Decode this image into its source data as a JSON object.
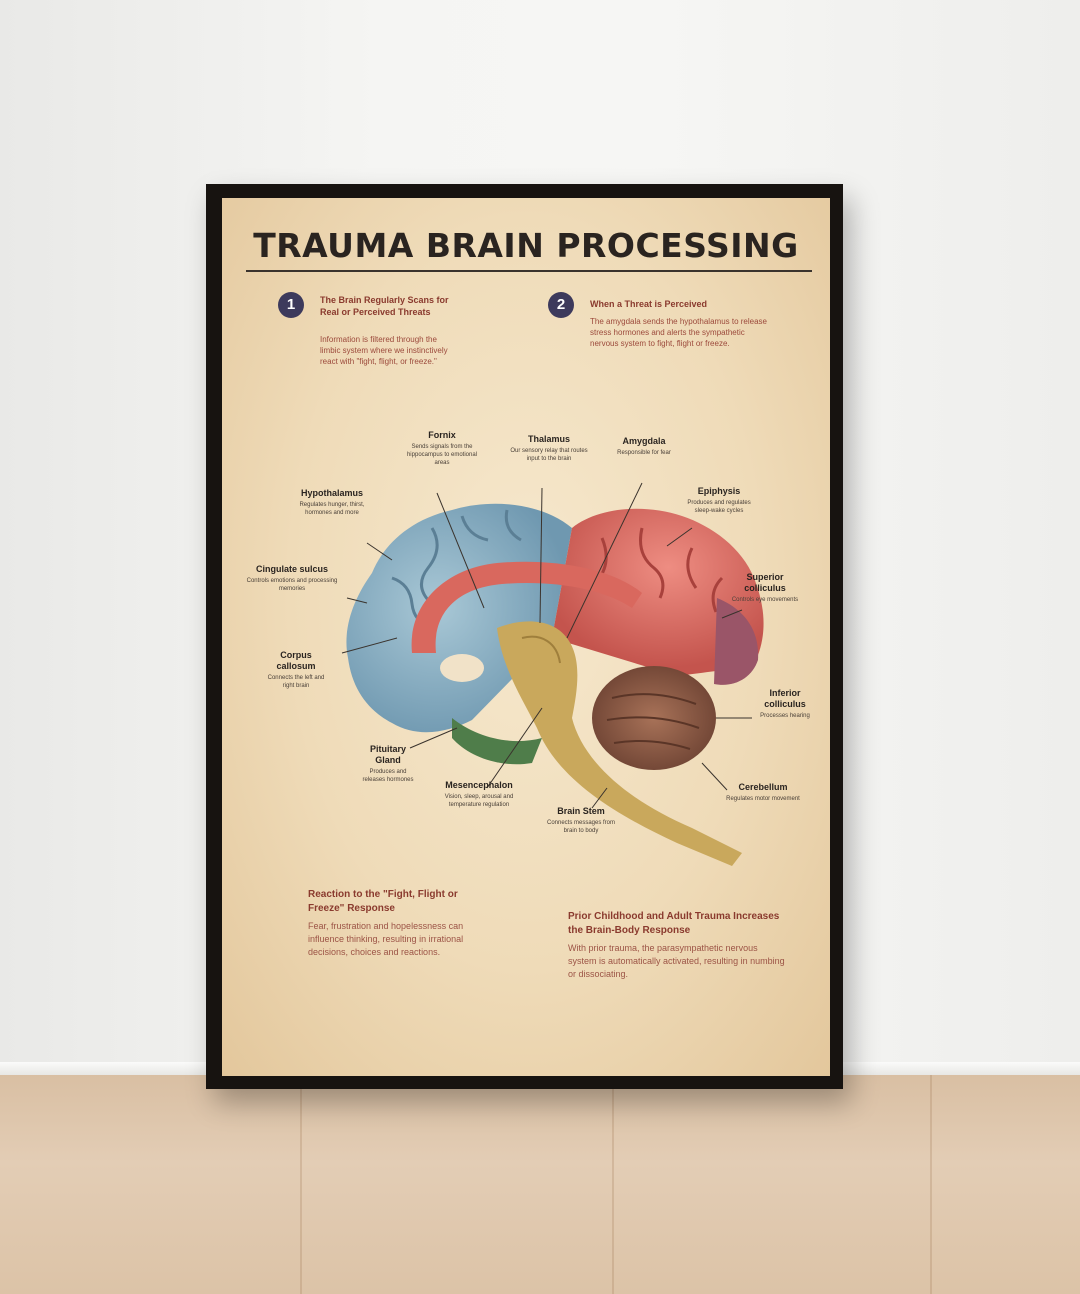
{
  "poster": {
    "title": "TRAUMA BRAIN PROCESSING",
    "steps": [
      {
        "number": "1",
        "heading": "The Brain Regularly Scans for Real or Perceived Threats",
        "body": "Information is filtered through the limbic system where we instinctively react with \"fight, flight, or freeze.\""
      },
      {
        "number": "2",
        "heading": "When a Threat is Perceived",
        "body": "The amygdala sends the hypothalamus to release stress hormones and alerts the sympathetic nervous system to fight, flight or freeze."
      }
    ],
    "labels": {
      "fornix": {
        "name": "Fornix",
        "desc": "Sends signals from the hippocampus to emotional areas"
      },
      "thalamus": {
        "name": "Thalamus",
        "desc": "Our sensory relay that routes input to the brain"
      },
      "amygdala": {
        "name": "Amygdala",
        "desc": "Responsible for fear"
      },
      "hypothalamus": {
        "name": "Hypothalamus",
        "desc": "Regulates hunger, thirst, hormones and more"
      },
      "epiphysis": {
        "name": "Epiphysis",
        "desc": "Produces and regulates sleep-wake cycles"
      },
      "cingulate": {
        "name": "Cingulate sulcus",
        "desc": "Controls emotions and processing memories"
      },
      "superior": {
        "name": "Superior colliculus",
        "desc": "Controls eye movements"
      },
      "corpus": {
        "name": "Corpus callosum",
        "desc": "Connects the left and right brain"
      },
      "inferior": {
        "name": "Inferior colliculus",
        "desc": "Processes hearing"
      },
      "pituitary": {
        "name": "Pituitary Gland",
        "desc": "Produces and releases hormones"
      },
      "mesencephalon": {
        "name": "Mesencephalon",
        "desc": "Vision, sleep, arousal and temperature regulation"
      },
      "brainstem": {
        "name": "Brain Stem",
        "desc": "Connects messages from brain to body"
      },
      "cerebellum": {
        "name": "Cerebellum",
        "desc": "Regulates motor movement"
      }
    },
    "bottom": [
      {
        "heading": "Reaction to the \"Fight, Flight or Freeze\" Response",
        "body": "Fear, frustration and hopelessness can influence thinking, resulting in irrational decisions, choices and reactions."
      },
      {
        "heading": "Prior Childhood and Adult Trauma Increases the Brain-Body Response",
        "body": "With prior trauma, the parasympathetic nervous system is automatically activated, resulting in numbing or dissociating."
      }
    ]
  },
  "colors": {
    "brain_blue": "#8bb2c6",
    "brain_red": "#d9685e",
    "brain_pink": "#e98c86",
    "brain_plum": "#9a5568",
    "brainstem_tan": "#c9a85c",
    "cerebellum_brown": "#8a5a44",
    "step_badge": "#3d3a5c",
    "frame": "#171310"
  }
}
